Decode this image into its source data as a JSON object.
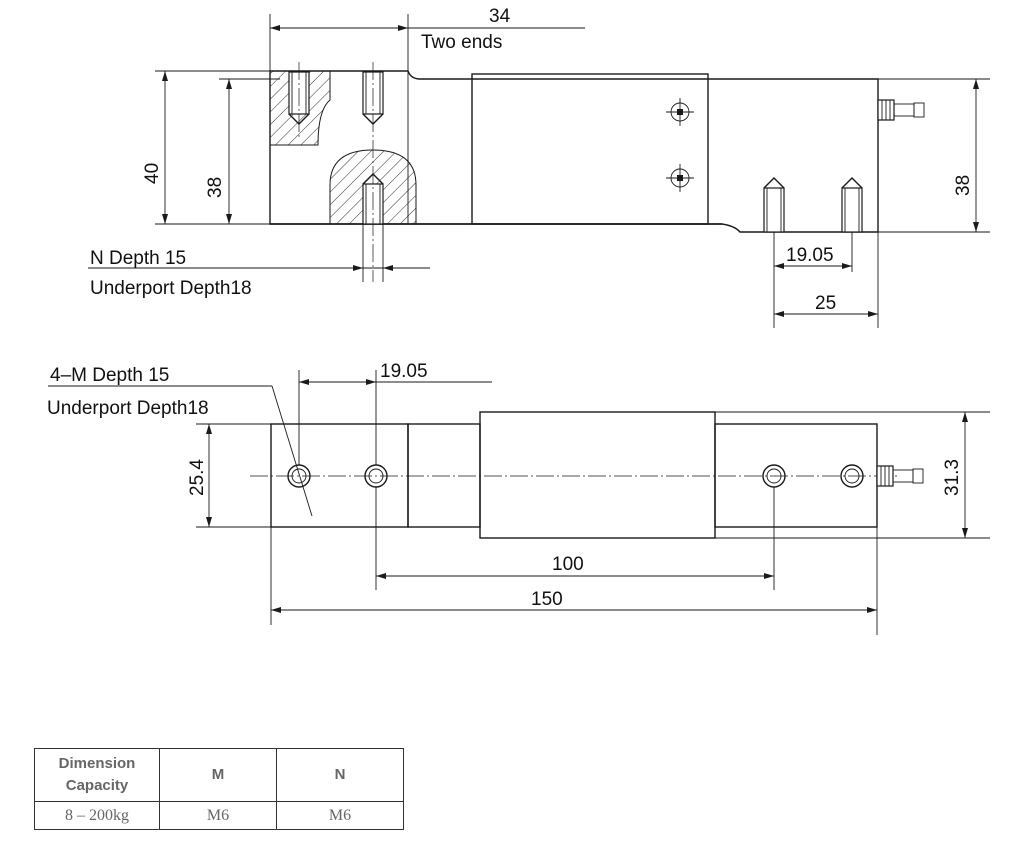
{
  "top_view": {
    "dimensions": {
      "end_offset": "34",
      "overall_height": "40",
      "body_height_left": "38",
      "body_height_right": "38",
      "hole_offset": "19.05",
      "end_length": "25"
    },
    "notes": {
      "two_ends": "Two ends",
      "n_depth": "N Depth 15",
      "underport_depth": "Underport  Depth18"
    }
  },
  "bottom_view": {
    "dimensions": {
      "hole_offset": "19.05",
      "width_left": "25.4",
      "width_right": "31.3",
      "hole_span": "100",
      "overall_length": "150"
    },
    "notes": {
      "m_depth": "4–M Depth 15",
      "underport_depth": "Underport  Depth18"
    }
  },
  "table": {
    "header_line1": "Dimension",
    "header_line2": "Capacity",
    "col_m": "M",
    "col_n": "N",
    "rows": [
      {
        "capacity": "8 – 200kg",
        "m": "M6",
        "n": "M6"
      }
    ]
  },
  "colors": {
    "line": "#1a1a1a",
    "table_text": "#666666"
  }
}
